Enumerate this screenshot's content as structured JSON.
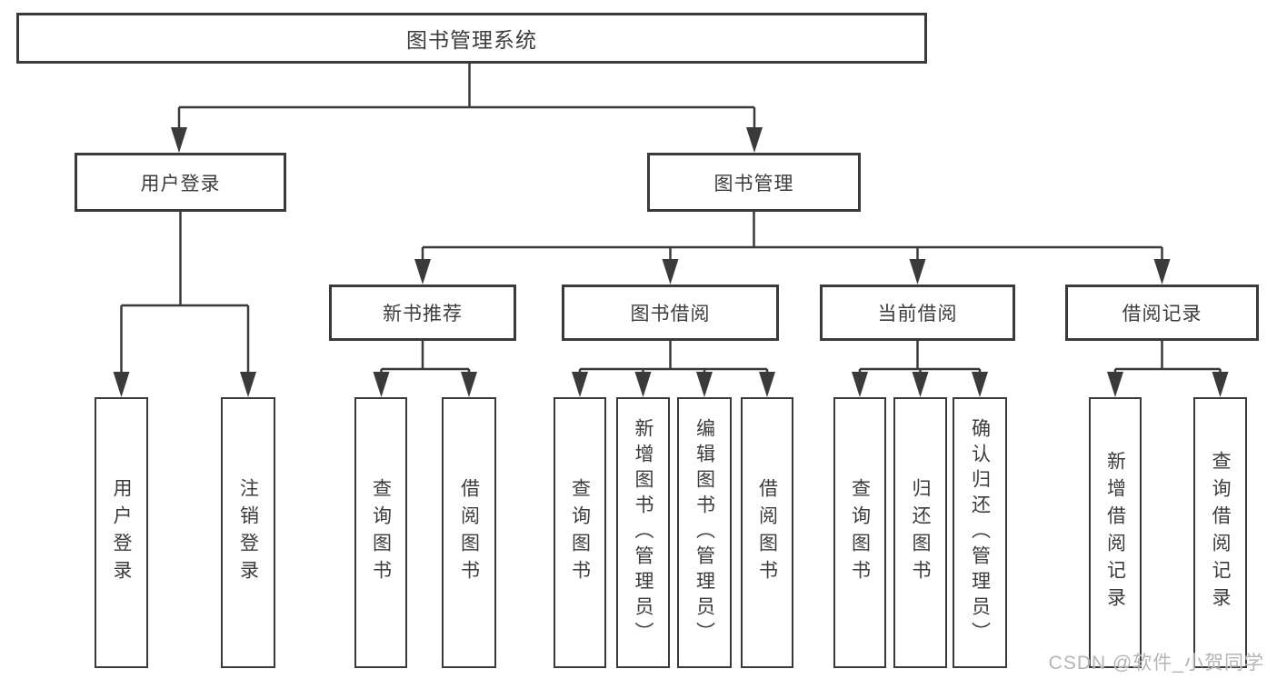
{
  "tree": {
    "root": "图书管理系统",
    "branches": [
      {
        "label": "用户登录",
        "children": [
          {
            "label": "用户登录"
          },
          {
            "label": "注销登录"
          }
        ]
      },
      {
        "label": "图书管理",
        "groups": [
          {
            "label": "新书推荐",
            "children": [
              {
                "label": "查询图书"
              },
              {
                "label": "借阅图书"
              }
            ]
          },
          {
            "label": "图书借阅",
            "children": [
              {
                "label": "查询图书"
              },
              {
                "label": "新增图书（管理员）"
              },
              {
                "label": "编辑图书（管理员）"
              },
              {
                "label": "借阅图书"
              }
            ]
          },
          {
            "label": "当前借阅",
            "children": [
              {
                "label": "查询图书"
              },
              {
                "label": "归还图书"
              },
              {
                "label": "确认归还（管理员）"
              }
            ]
          },
          {
            "label": "借阅记录",
            "children": [
              {
                "label": "新增借阅记录"
              },
              {
                "label": "查询借阅记录"
              }
            ]
          }
        ]
      }
    ]
  },
  "watermark": "CSDN @软件_小贺同学",
  "colors": {
    "line": "#3a3a3a",
    "text": "#3c3c3c",
    "box_background": "#ffffff",
    "watermark": "#b5b5b5"
  }
}
